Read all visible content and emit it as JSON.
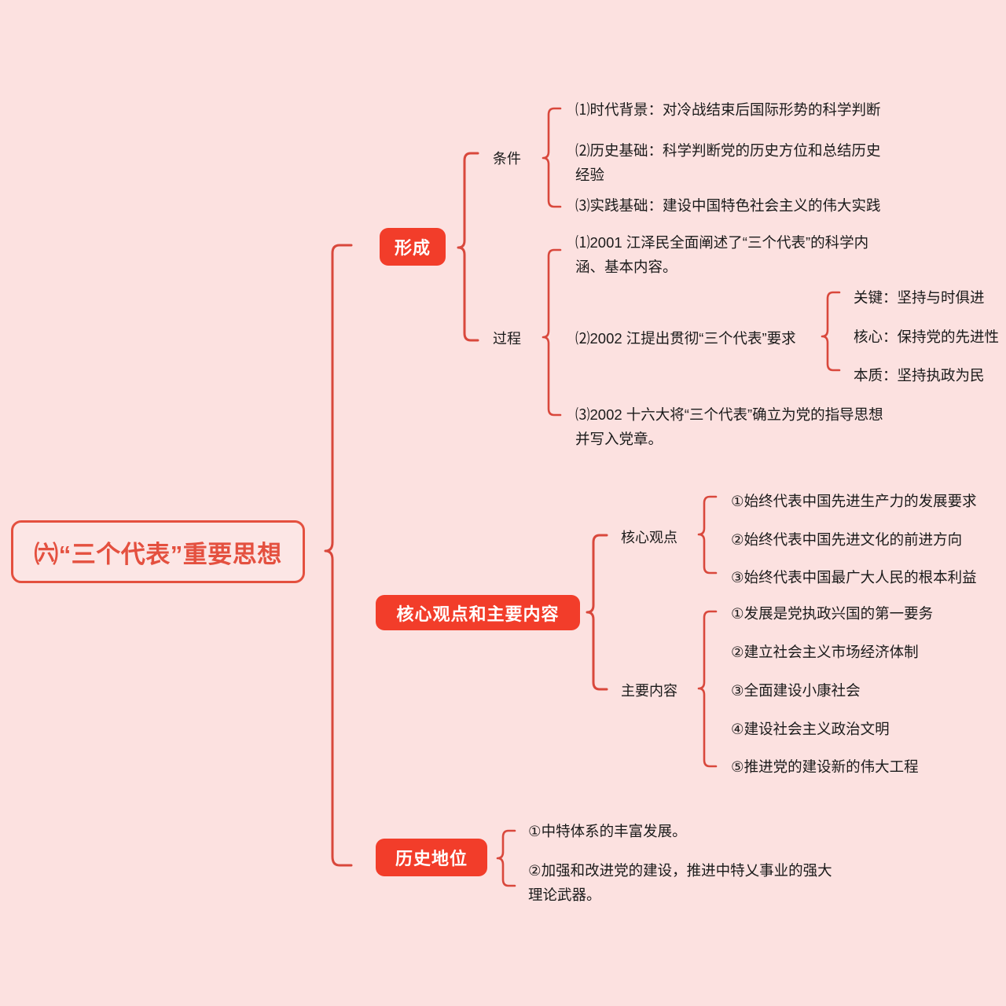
{
  "theme": {
    "background_color": "#fce1e0",
    "accent_color": "#f23d2a",
    "line_color": "#d9483c",
    "text_color": "#1a1a1a",
    "node_text_color": "#ffffff"
  },
  "root": {
    "label": "㈥“三个代表”重要思想"
  },
  "branches": [
    {
      "label": "形成",
      "groups": [
        {
          "label": "条件",
          "items": [
            "⑴时代背景：对冷战结束后国际形势的科学判断",
            "⑵历史基础：科学判断党的历史方位和总结历史\n经验",
            "⑶实践基础：建设中国特色社会主义的伟大实践"
          ]
        },
        {
          "label": "过程",
          "items": [
            "⑴2001 江泽民全面阐述了“三个代表”的科学内\n涵、基本内容。",
            "⑵2002 江提出贯彻“三个代表”要求",
            "⑶2002 十六大将“三个代表”确立为党的指导思想\n并写入党章。"
          ],
          "subitems": [
            "关键：坚持与时俱进",
            "核心：保持党的先进性",
            "本质：坚持执政为民"
          ]
        }
      ]
    },
    {
      "label": "核心观点和主要内容",
      "groups": [
        {
          "label": "核心观点",
          "items": [
            "①始终代表中国先进生产力的发展要求",
            "②始终代表中国先进文化的前进方向",
            "③始终代表中国最广大人民的根本利益"
          ]
        },
        {
          "label": "主要内容",
          "items": [
            "①发展是党执政兴国的第一要务",
            "②建立社会主义市场经济体制",
            "③全面建设小康社会",
            "④建设社会主义政治文明",
            "⑤推进党的建设新的伟大工程"
          ]
        }
      ]
    },
    {
      "label": "历史地位",
      "groups": [
        {
          "label": "",
          "items": [
            "①中特体系的丰富发展。",
            "②加强和改进党的建设，推进中特乂事业的强大\n理论武器。"
          ]
        }
      ]
    }
  ]
}
